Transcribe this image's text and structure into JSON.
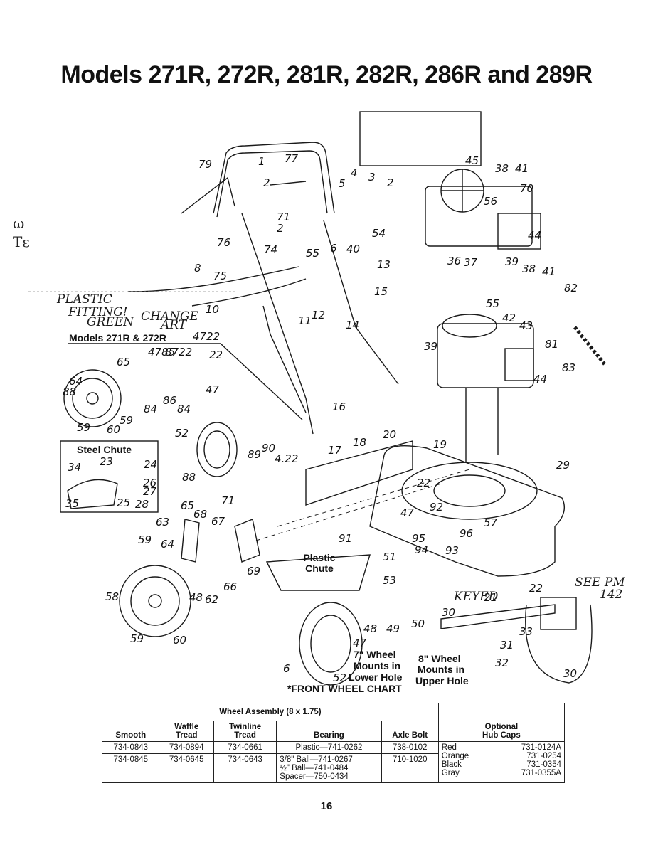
{
  "title": "Models 271R, 272R, 281R, 282R, 286R and 289R",
  "margin_notes": [
    "ω",
    "Tε"
  ],
  "handwritten": {
    "line1": "PLASTIC",
    "line2": "FITTING!",
    "line3": "GREEN",
    "line4": "CHANGE",
    "line5": "ART",
    "see_pm": "SEE PM",
    "pm_num": "142",
    "keyed": "KEYED"
  },
  "inset_labels": {
    "models_271r": "Models 271R & 272R",
    "steel_chute": "Steel Chute",
    "plastic_chute": "Plastic\nChute",
    "wheel7": "7\" Wheel",
    "wheel7_b": "Mounts in",
    "wheel7_c": "Lower Hole",
    "wheel8": "8\" Wheel",
    "wheel8_b": "Mounts in",
    "wheel8_c": "Upper Hole",
    "front_wheel_chart": "*FRONT WHEEL CHART"
  },
  "callouts": [
    {
      "t": "79",
      "id": "c79"
    },
    {
      "t": "1",
      "id": "c1"
    },
    {
      "t": "77",
      "id": "c77"
    },
    {
      "t": "45",
      "id": "c45"
    },
    {
      "t": "38",
      "id": "c38a"
    },
    {
      "t": "41",
      "id": "c41a"
    },
    {
      "t": "70",
      "id": "c70"
    },
    {
      "t": "4",
      "id": "c4"
    },
    {
      "t": "3",
      "id": "c3"
    },
    {
      "t": "2",
      "id": "c2a"
    },
    {
      "t": "5",
      "id": "c5"
    },
    {
      "t": "2",
      "id": "c2b"
    },
    {
      "t": "56",
      "id": "c56"
    },
    {
      "t": "71",
      "id": "c71"
    },
    {
      "t": "2",
      "id": "c2c"
    },
    {
      "t": "54",
      "id": "c54"
    },
    {
      "t": "44",
      "id": "c44a"
    },
    {
      "t": "76",
      "id": "c76"
    },
    {
      "t": "40",
      "id": "c40"
    },
    {
      "t": "74",
      "id": "c74"
    },
    {
      "t": "6",
      "id": "c6"
    },
    {
      "t": "55",
      "id": "c55a"
    },
    {
      "t": "39",
      "id": "c39a"
    },
    {
      "t": "36",
      "id": "c36"
    },
    {
      "t": "37",
      "id": "c37"
    },
    {
      "t": "38",
      "id": "c38b"
    },
    {
      "t": "41",
      "id": "c41b"
    },
    {
      "t": "8",
      "id": "c8"
    },
    {
      "t": "13",
      "id": "c13"
    },
    {
      "t": "75",
      "id": "c75"
    },
    {
      "t": "82",
      "id": "c82"
    },
    {
      "t": "15",
      "id": "c15"
    },
    {
      "t": "55",
      "id": "c55b"
    },
    {
      "t": "10",
      "id": "c10"
    },
    {
      "t": "12",
      "id": "c12"
    },
    {
      "t": "11",
      "id": "c11"
    },
    {
      "t": "42",
      "id": "c42"
    },
    {
      "t": "43",
      "id": "c43"
    },
    {
      "t": "14",
      "id": "c14"
    },
    {
      "t": "81",
      "id": "c81"
    },
    {
      "t": "39",
      "id": "c39b"
    },
    {
      "t": "83",
      "id": "c83"
    },
    {
      "t": "44",
      "id": "c44b"
    },
    {
      "t": "4722",
      "id": "c4722"
    },
    {
      "t": "65",
      "id": "c65a"
    },
    {
      "t": "4785",
      "id": "c4785"
    },
    {
      "t": "8722",
      "id": "c8722"
    },
    {
      "t": "22",
      "id": "c22a"
    },
    {
      "t": "64",
      "id": "c64a"
    },
    {
      "t": "88",
      "id": "c88a"
    },
    {
      "t": "47",
      "id": "c47a"
    },
    {
      "t": "86",
      "id": "c86"
    },
    {
      "t": "84",
      "id": "c84a"
    },
    {
      "t": "84",
      "id": "c84b"
    },
    {
      "t": "59",
      "id": "c59a"
    },
    {
      "t": "59",
      "id": "c59b"
    },
    {
      "t": "60",
      "id": "c60a"
    },
    {
      "t": "16",
      "id": "c16"
    },
    {
      "t": "52",
      "id": "c52a"
    },
    {
      "t": "90",
      "id": "c90"
    },
    {
      "t": "89",
      "id": "c89"
    },
    {
      "t": "4.22",
      "id": "c422"
    },
    {
      "t": "20",
      "id": "c20"
    },
    {
      "t": "18",
      "id": "c18"
    },
    {
      "t": "19",
      "id": "c19"
    },
    {
      "t": "29",
      "id": "c29"
    },
    {
      "t": "17",
      "id": "c17"
    },
    {
      "t": "88",
      "id": "c88b"
    },
    {
      "t": "34",
      "id": "c34"
    },
    {
      "t": "23",
      "id": "c23"
    },
    {
      "t": "24",
      "id": "c24"
    },
    {
      "t": "26",
      "id": "c26"
    },
    {
      "t": "27",
      "id": "c27"
    },
    {
      "t": "35",
      "id": "c35"
    },
    {
      "t": "25",
      "id": "c25"
    },
    {
      "t": "28",
      "id": "c28"
    },
    {
      "t": "22",
      "id": "c22b"
    },
    {
      "t": "65",
      "id": "c65b"
    },
    {
      "t": "71",
      "id": "c71b"
    },
    {
      "t": "68",
      "id": "c68"
    },
    {
      "t": "63",
      "id": "c63"
    },
    {
      "t": "67",
      "id": "c67"
    },
    {
      "t": "92",
      "id": "c92"
    },
    {
      "t": "47",
      "id": "c47b"
    },
    {
      "t": "57",
      "id": "c57"
    },
    {
      "t": "59",
      "id": "c59c"
    },
    {
      "t": "64",
      "id": "c64b"
    },
    {
      "t": "91",
      "id": "c91"
    },
    {
      "t": "96",
      "id": "c96"
    },
    {
      "t": "95",
      "id": "c95"
    },
    {
      "t": "94",
      "id": "c94"
    },
    {
      "t": "93",
      "id": "c93"
    },
    {
      "t": "69",
      "id": "c69"
    },
    {
      "t": "51",
      "id": "c51"
    },
    {
      "t": "66",
      "id": "c66"
    },
    {
      "t": "53",
      "id": "c53"
    },
    {
      "t": "22",
      "id": "c22c"
    },
    {
      "t": "58",
      "id": "c58"
    },
    {
      "t": "48",
      "id": "c48a"
    },
    {
      "t": "62",
      "id": "c62"
    },
    {
      "t": "21",
      "id": "c21"
    },
    {
      "t": "30",
      "id": "c30a"
    },
    {
      "t": "48",
      "id": "c48b"
    },
    {
      "t": "49",
      "id": "c49"
    },
    {
      "t": "50",
      "id": "c50"
    },
    {
      "t": "33",
      "id": "c33"
    },
    {
      "t": "59",
      "id": "c59d"
    },
    {
      "t": "60",
      "id": "c60b"
    },
    {
      "t": "47",
      "id": "c47c"
    },
    {
      "t": "31",
      "id": "c31"
    },
    {
      "t": "32",
      "id": "c32"
    },
    {
      "t": "30",
      "id": "c30b"
    },
    {
      "t": "6",
      "id": "c6b"
    },
    {
      "t": "52",
      "id": "c52b"
    }
  ],
  "table": {
    "group_header": "Wheel Assembly (8 x 1.75)",
    "headers": [
      "Smooth",
      "Waffle\nTread",
      "Twinline\nTread",
      "Bearing",
      "Axle Bolt"
    ],
    "optional_header": "Optional\nHub Caps",
    "rows": [
      {
        "smooth": "734-0843",
        "waffle": "734-0894",
        "twinline": "734-0661",
        "bearing": "Plastic—741-0262",
        "axle": "738-0102"
      },
      {
        "smooth": "734-0845",
        "waffle": "734-0645",
        "twinline": "734-0643",
        "bearing": "3/8\" Ball—741-0267\n½\" Ball—741-0484\nSpacer—750-0434",
        "axle": "710-1020"
      }
    ],
    "hub_caps": [
      {
        "color": "Red",
        "part": "731-0124A"
      },
      {
        "color": "Orange",
        "part": "731-0254"
      },
      {
        "color": "Black",
        "part": "731-0354"
      },
      {
        "color": "Gray",
        "part": "731-0355A"
      }
    ]
  },
  "page_number": "16"
}
